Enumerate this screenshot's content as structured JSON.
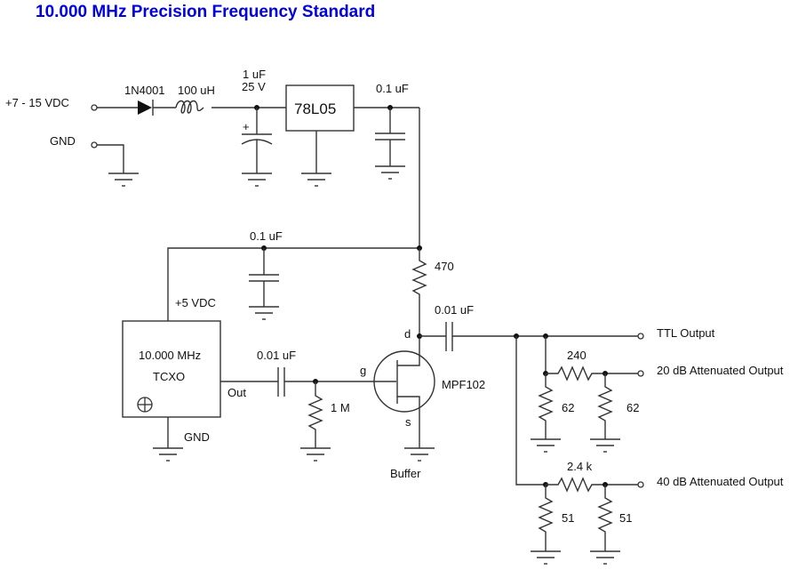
{
  "title": "10.000 MHz Precision Frequency Standard",
  "colors": {
    "title": "#0000e0",
    "wire": "#333333"
  },
  "inputs": {
    "vin": "+7 - 15 VDC",
    "gnd": "GND"
  },
  "components": {
    "diode": "1N4001",
    "inductor": "100 uH",
    "cap_in_value": "1 uF",
    "cap_in_voltage": "25 V",
    "cap_in_polarity": "+",
    "regulator": "78L05",
    "cap_out": "0.1 uF",
    "cap_bypass": "0.1 uF",
    "supply_label": "+5 VDC",
    "tcxo_freq": "10.000 MHz",
    "tcxo_type": "TCXO",
    "tcxo_out": "Out",
    "tcxo_gnd": "GND",
    "cap_coupling_in": "0.01 uF",
    "r_gate": "1 M",
    "r_drain": "470",
    "jfet": "MPF102",
    "jfet_d": "d",
    "jfet_g": "g",
    "jfet_s": "s",
    "buffer_label": "Buffer",
    "cap_coupling_out": "0.01 uF",
    "r_20db_series": "240",
    "r_20db_shunt1": "62",
    "r_20db_shunt2": "62",
    "r_40db_series": "2.4 k",
    "r_40db_shunt1": "51",
    "r_40db_shunt2": "51"
  },
  "outputs": {
    "ttl": "TTL Output",
    "att20": "20 dB Attenuated Output",
    "att40": "40 dB Attenuated Output"
  },
  "ground_mark": "-"
}
